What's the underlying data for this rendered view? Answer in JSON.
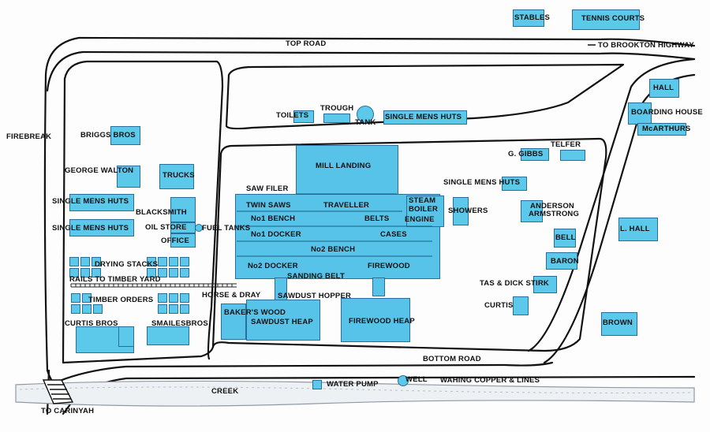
{
  "roads": {
    "top": "TOP ROAD",
    "bottom": "BOTTOM ROAD",
    "brookton": "TO BROOKTON HIGHWAY",
    "firebreak": "FIREBREAK",
    "creek": "CREEK",
    "carinyah": "TO CARINYAH"
  },
  "places": {
    "stables": "STABLES",
    "tennis": "TENNIS COURTS",
    "hall": "HALL",
    "boarding": "BOARDING HOUSE",
    "mcarthurs": "McARTHURS",
    "lhall": "L. HALL",
    "brown": "BROWN",
    "toilets": "TOILETS",
    "trough": "TROUGH",
    "tank": "TANK",
    "smh_top": "SINGLE MENS HUTS",
    "briggs": "BRIGGS BROS",
    "george": "GEORGE WALTON",
    "trucks": "TRUCKS",
    "smh_left1": "SINGLE MENS HUTS",
    "smh_left2": "SINGLE MENS HUTS",
    "blacksmith": "BLACKSMITH",
    "oilstore": "OIL STORE",
    "office": "OFFICE",
    "fueltanks": "FUEL TANKS",
    "drying": "DRYING STACKS",
    "rails": "RAILS TO TIMBER YARD",
    "timberorders": "TIMBER ORDERS",
    "curtisbros": "CURTIS BROS",
    "smailes": "SMAILESBROS",
    "gibbs": "G. GIBBS",
    "telfer": "TELFER",
    "smh_right": "SINGLE MENS HUTS",
    "showers": "SHOWERS",
    "anderson1": "ANDERSON",
    "anderson2": "ARMSTRONG",
    "bell": "BELL",
    "baron": "BARON",
    "tas": "TAS & DICK STIRK",
    "curtis": "CURTIS",
    "waterpump": "WATER PUMP",
    "well": "WELL",
    "washing": "WAHING COPPER & LINES"
  },
  "mill": {
    "landing": "MILL LANDING",
    "sawfiler": "SAW FILER",
    "twinsaws": "TWIN SAWS",
    "traveller": "TRAVELLER",
    "steam": "STEAM",
    "boiler": "BOILER",
    "engine": "ENGINE",
    "no1bench": "No1 BENCH",
    "belts": "BELTS",
    "no1docker": "No1 DOCKER",
    "cases": "CASES",
    "no2bench": "No2 BENCH",
    "no2docker": "No2 DOCKER",
    "firewood": "FIREWOOD",
    "sanding": "SANDING BELT",
    "horse": "HORSE & DRAY",
    "sawdusthopper": "SAWDUST HOPPER",
    "bakers": "BAKER'S WOOD",
    "sawdustheap": "SAWDUST HEAP",
    "firewoodheap": "FIREWOOD HEAP"
  },
  "colors": {
    "building": "#5cc8ea",
    "outline": "#2a6f9b",
    "road": "#111111",
    "creek": "#9aa6b2"
  }
}
